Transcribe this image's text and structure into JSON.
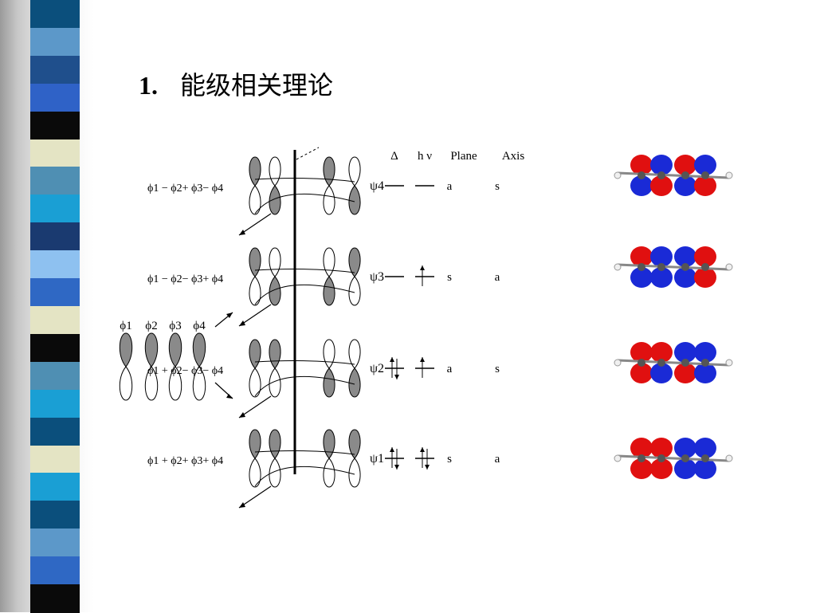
{
  "slide": {
    "number": "1.",
    "title": "能级相关理论"
  },
  "decor": {
    "stripe_colors": [
      "#0b4f7c",
      "#5c98c9",
      "#1f4f8c",
      "#2f62c7",
      "#0a0a0a",
      "#e4e4c4",
      "#4f8fb3",
      "#1a9fd4",
      "#1a3a70",
      "#8ec1f0",
      "#2f68c4",
      "#e4e4c4",
      "#0a0a0a",
      "#4f8fb3",
      "#1a9fd4",
      "#0b4f7c",
      "#e4e4c4",
      "#1a9fd4",
      "#0b4f7c",
      "#5c98c9",
      "#2f68c4",
      "#0a0a0a"
    ]
  },
  "diagram": {
    "headers": [
      "Δ",
      "h ν",
      "Plane",
      "Axis"
    ],
    "basis_labels": [
      "ϕ1",
      "ϕ2",
      "ϕ3",
      "ϕ4"
    ],
    "levels": [
      {
        "combo": "ϕ1 − ϕ2+ ϕ3− ϕ4",
        "psi": "ψ4",
        "plane": "a",
        "axis": "s",
        "thermal_electrons": 0,
        "photo_electrons": 0
      },
      {
        "combo": "ϕ1 − ϕ2− ϕ3+ ϕ4",
        "psi": "ψ3",
        "plane": "s",
        "axis": "a",
        "thermal_electrons": 0,
        "photo_electrons": 1
      },
      {
        "combo": "ϕ1 + ϕ2− ϕ3− ϕ4",
        "psi": "ψ2",
        "plane": "a",
        "axis": "s",
        "thermal_electrons": 2,
        "photo_electrons": 1
      },
      {
        "combo": "ϕ1 + ϕ2+ ϕ3+ ϕ4",
        "psi": "ψ1",
        "plane": "s",
        "axis": "a",
        "thermal_electrons": 2,
        "photo_electrons": 2
      }
    ],
    "lobe_shading": [
      [
        "up",
        "down",
        "up",
        "down"
      ],
      [
        "up",
        "down",
        "down",
        "up"
      ],
      [
        "up",
        "up",
        "down",
        "down"
      ],
      [
        "up",
        "up",
        "up",
        "up"
      ]
    ]
  },
  "colors": {
    "positive_lobe": "#e01010",
    "negative_lobe": "#1a2ad6",
    "atom_carbon": "#555555",
    "atom_hydrogen": "#f0f0f0"
  }
}
